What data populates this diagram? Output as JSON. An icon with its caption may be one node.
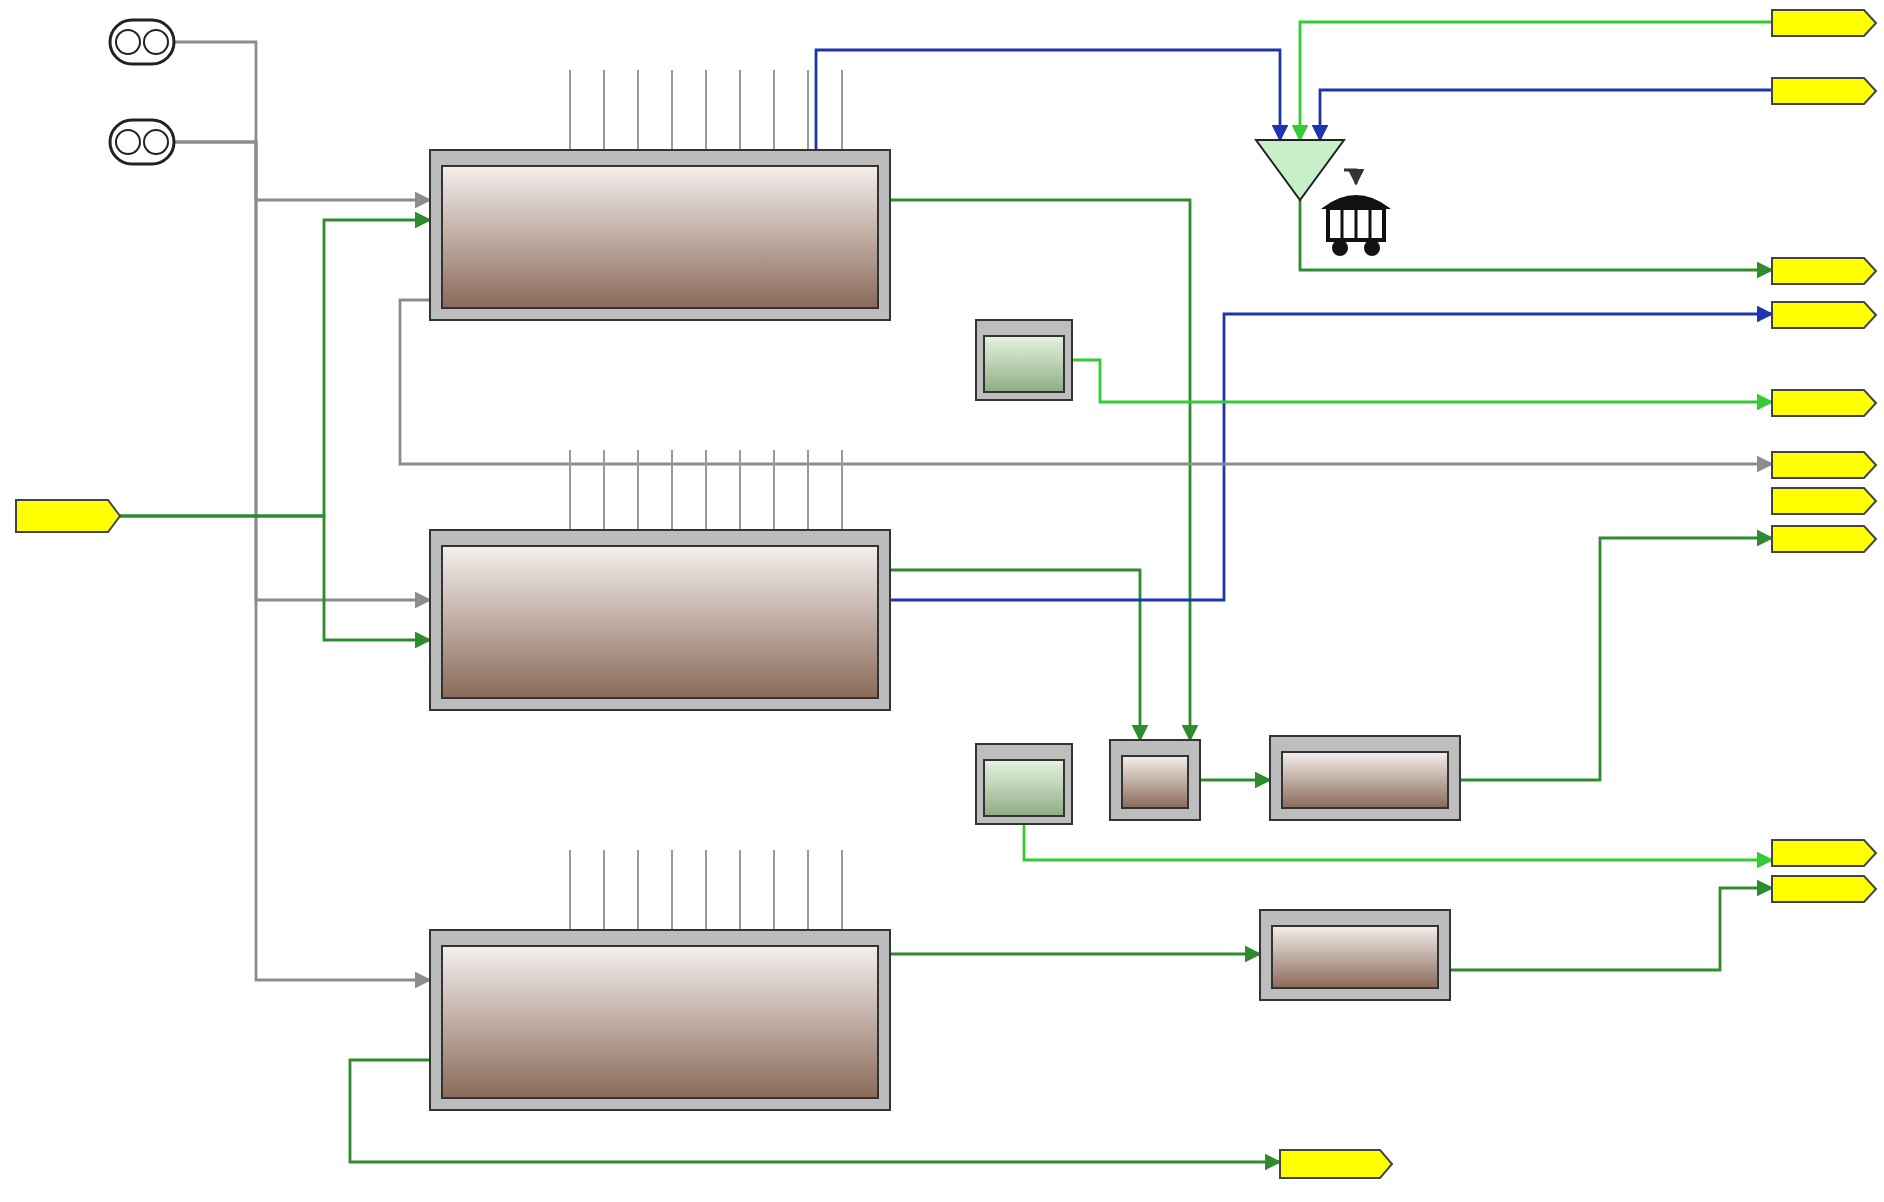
{
  "diagram": {
    "nodes": [
      {
        "text": [],
        "shape": "picture"
      },
      {
        "text": [],
        "shape": "picture"
      },
      {
        "text": [],
        "shape": "box"
      },
      {
        "text": [],
        "shape": "box"
      },
      {
        "text": [],
        "shape": "box"
      },
      {
        "text": [],
        "shape": "box"
      },
      {
        "text": [],
        "shape": "box"
      },
      {
        "text": [],
        "shape": "picture"
      },
      {
        "text": [],
        "shape": "picture"
      },
      {
        "text": [],
        "shape": "box"
      },
      {
        "text": [],
        "shape": "box"
      },
      {
        "text": [],
        "shape": "box"
      },
      {
        "text": [],
        "shape": "box"
      },
      {
        "text": [],
        "shape": "box"
      },
      {
        "text": [],
        "shape": "box"
      },
      {
        "text": [],
        "shape": "box"
      },
      {
        "text": [],
        "shape": "box"
      },
      {
        "text": [],
        "shape": "box"
      },
      {
        "text": [],
        "shape": "box"
      },
      {
        "text": [],
        "shape": "box"
      },
      {
        "text": [],
        "shape": "box"
      },
      {
        "text": [],
        "shape": "box"
      },
      {
        "text": [],
        "shape": "box"
      },
      {
        "text": [],
        "shape": "box"
      }
    ],
    "edges": [
      {
        "from": 0,
        "to": 2,
        "arrow": "to",
        "color": "#8c8c8c"
      },
      {
        "from": 1,
        "to": 3,
        "arrow": "to",
        "color": "#8c8c8c"
      },
      {
        "from": 1,
        "to": 4,
        "arrow": "to",
        "color": "#8c8c8c"
      },
      {
        "from": 12,
        "to": 2,
        "arrow": "to"
      },
      {
        "from": 12,
        "to": 3,
        "arrow": "to"
      },
      {
        "from": 2,
        "to": 9,
        "arrow": "to"
      },
      {
        "from": 3,
        "to": 9,
        "arrow": "to"
      },
      {
        "from": 9,
        "to": 10,
        "arrow": "to"
      },
      {
        "from": 10,
        "to": 20,
        "arrow": "to"
      },
      {
        "from": 4,
        "to": 11,
        "arrow": "to"
      },
      {
        "from": 11,
        "to": 22,
        "arrow": "to"
      },
      {
        "from": 13,
        "to": 7,
        "arrow": "to",
        "color": "#33cc33"
      },
      {
        "from": 14,
        "to": 7,
        "arrow": "to",
        "color": "#1f35b0"
      },
      {
        "from": 2,
        "to": 7,
        "arrow": "to",
        "color": "#1f35b0"
      },
      {
        "from": 7,
        "to": 8,
        "arrow": "to",
        "color": "#333333"
      },
      {
        "from": 7,
        "to": 15,
        "arrow": "to"
      },
      {
        "from": 3,
        "to": 16,
        "arrow": "to",
        "color": "#1f35b0"
      },
      {
        "from": 5,
        "to": 17,
        "arrow": "to",
        "color": "#33cc33"
      },
      {
        "from": 2,
        "to": 18,
        "arrow": "to",
        "color": "#8c8c8c"
      },
      {
        "from": 6,
        "to": 21,
        "arrow": "to",
        "color": "#33cc33"
      },
      {
        "from": 4,
        "to": 23,
        "arrow": "to"
      }
    ]
  }
}
